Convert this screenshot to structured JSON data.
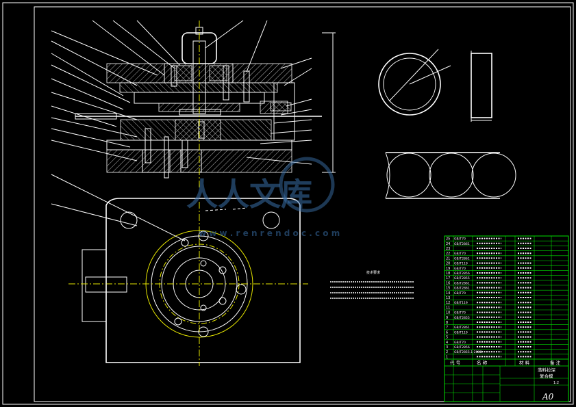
{
  "watermark": {
    "logo_text": "人人文库",
    "url": "w w w . r e n r e n d o c . c o m"
  },
  "title_block": {
    "drawing_title_line1": "落料拉深",
    "drawing_title_line2": "复合模",
    "sheet_size": "A0",
    "scale": "1:2"
  },
  "parts_list": {
    "header": [
      "代 号",
      "名 称",
      "材 料",
      "备 注"
    ],
    "rows": [
      {
        "no": "25",
        "code": "GB/T70",
        "note": ""
      },
      {
        "no": "24",
        "code": "GB/T2861",
        "note": ""
      },
      {
        "no": "23",
        "code": "",
        "note": ""
      },
      {
        "no": "22",
        "code": "GB/T70",
        "note": ""
      },
      {
        "no": "21",
        "code": "GB/T2861",
        "note": ""
      },
      {
        "no": "20",
        "code": "GB/T119",
        "note": ""
      },
      {
        "no": "19",
        "code": "GB/T70",
        "note": ""
      },
      {
        "no": "18",
        "code": "GB/T2856",
        "note": ""
      },
      {
        "no": "17",
        "code": "GB/T2855",
        "note": ""
      },
      {
        "no": "16",
        "code": "GB/T2861",
        "note": ""
      },
      {
        "no": "15",
        "code": "GB/T2861",
        "note": ""
      },
      {
        "no": "14",
        "code": "GB/T70",
        "note": ""
      },
      {
        "no": "13",
        "code": "",
        "note": ""
      },
      {
        "no": "12",
        "code": "GB/T119",
        "note": ""
      },
      {
        "no": "11",
        "code": "",
        "note": ""
      },
      {
        "no": "10",
        "code": "GB/T70",
        "note": ""
      },
      {
        "no": "9",
        "code": "GB/T2855",
        "note": ""
      },
      {
        "no": "8",
        "code": "",
        "note": ""
      },
      {
        "no": "7",
        "code": "GB/T2861",
        "note": ""
      },
      {
        "no": "6",
        "code": "GB/T119",
        "note": ""
      },
      {
        "no": "5",
        "code": "",
        "note": ""
      },
      {
        "no": "4",
        "code": "GB/T70",
        "note": ""
      },
      {
        "no": "3",
        "code": "GB/T2856",
        "note": ""
      },
      {
        "no": "2",
        "code": "GB/T2855.1-2008",
        "note": ""
      },
      {
        "no": "1",
        "code": "",
        "note": ""
      }
    ]
  },
  "tech_req": {
    "title": "技术要求"
  }
}
